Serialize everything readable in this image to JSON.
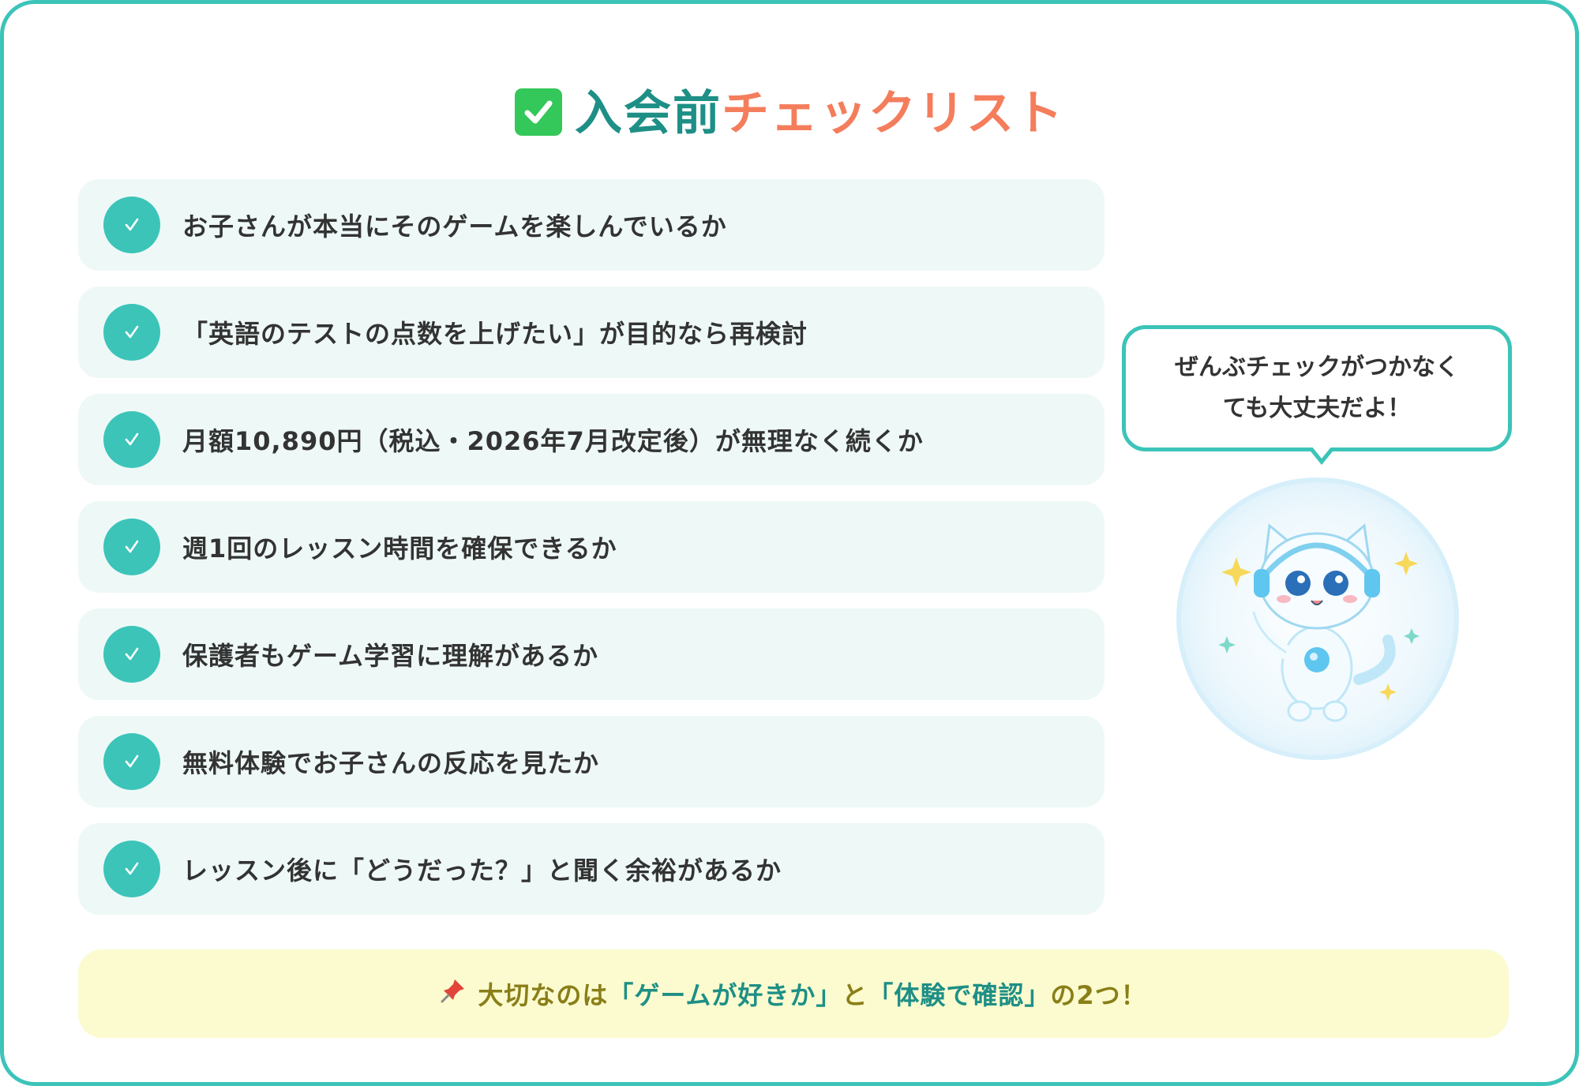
{
  "title": {
    "part1": "入会前",
    "part2": "チェックリスト",
    "icon": "check-box-icon"
  },
  "checklist": {
    "items": [
      {
        "label": "お子さんが本当にそのゲームを楽しんでいるか"
      },
      {
        "label": "「英語のテストの点数を上げたい」が目的なら再検討"
      },
      {
        "label": "月額10,890円（税込・2026年7月改定後）が無理なく続くか"
      },
      {
        "label": "週1回のレッスン時間を確保できるか"
      },
      {
        "label": "保護者もゲーム学習に理解があるか"
      },
      {
        "label": "無料体験でお子さんの反応を見たか"
      },
      {
        "label": "レッスン後に「どうだった？」と聞く余裕があるか"
      }
    ],
    "bullet_icon": "checkmark-icon"
  },
  "speech_bubble": {
    "line1": "ぜんぶチェックがつかなく",
    "line2": "ても大丈夫だよ！"
  },
  "mascot": {
    "icon": "cat-mascot-icon"
  },
  "note": {
    "icon": "pushpin-icon",
    "seg1": "大切なのは",
    "seg2": "「ゲームが好きか」",
    "seg3": "と",
    "seg4": "「体験で確認」",
    "seg5": "の2つ！"
  },
  "colors": {
    "accent": "#3cc4b9",
    "title_teal": "#1e8f86",
    "title_orange": "#f47d5c",
    "item_bg": "#eef9f7",
    "note_bg": "#fbfbcf",
    "note_olive": "#8a7e18"
  }
}
